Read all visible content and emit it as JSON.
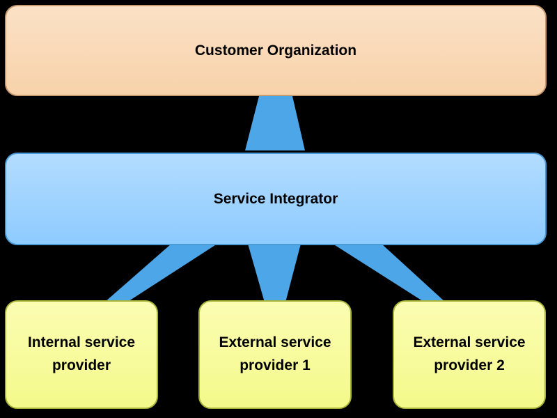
{
  "diagram": {
    "customer_label": "Customer Organization",
    "integrator_label": "Service Integrator",
    "providers": [
      {
        "line1": "Internal service",
        "line2": "provider"
      },
      {
        "line1": "External service",
        "line2": "provider 1"
      },
      {
        "line1": "External service",
        "line2": "provider 2"
      }
    ]
  },
  "colors": {
    "background": "#000000",
    "customer_fill": "#f8d2aa",
    "integrator_fill": "#9fd3ff",
    "provider_fill": "#f6fa96",
    "connector": "#4da6e8"
  }
}
